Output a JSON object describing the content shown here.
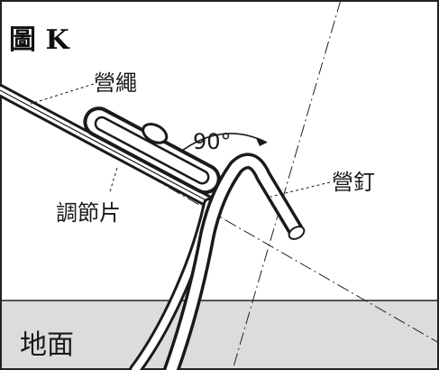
{
  "title": "圖 K",
  "labels": {
    "rope": "營繩",
    "adjuster": "調節片",
    "peg": "營釘",
    "ground": "地面",
    "angle": "90°"
  },
  "colors": {
    "ground": "#dcdcdc",
    "outline": "#1a1a1a",
    "frame": "#222222"
  }
}
